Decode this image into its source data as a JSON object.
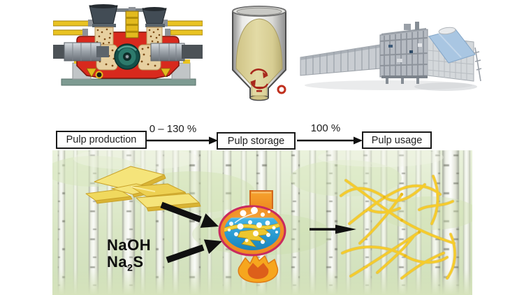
{
  "diagram": {
    "flow": {
      "boxes": [
        {
          "label": "Pulp production"
        },
        {
          "label": "Pulp storage"
        },
        {
          "label": "Pulp usage"
        }
      ],
      "arrows": [
        {
          "label": "0 – 130 %"
        },
        {
          "label": "100 %"
        }
      ]
    },
    "chemicals": {
      "naoh": "NaOH",
      "na2s": {
        "base": "Na",
        "sub": "2",
        "tail": "S"
      }
    },
    "illustrations": {
      "top_row": [
        "chip-refiner-cross-section",
        "pulp-storage-tower",
        "paper-machine"
      ],
      "scene": [
        "birch-forest-background",
        "pulp-sheet-stack",
        "cooking-flask-with-liquor",
        "flame",
        "fiber-network"
      ]
    },
    "colors": {
      "box_border": "#1a1a1a",
      "arrow_black": "#101010",
      "pulp_yellow": "#f2de6e",
      "flask_orange": "#ef8f2a",
      "flask_rim_magenta": "#c92b5e",
      "liquor_blue": "#2a9ad4",
      "flame_orange": "#f6a61e",
      "forest_green": "#dce7c8",
      "tower_pulp_beige": "#d9cf96",
      "refiner_red": "#d8291d",
      "refiner_disc_teal": "#2d7a6c"
    }
  }
}
